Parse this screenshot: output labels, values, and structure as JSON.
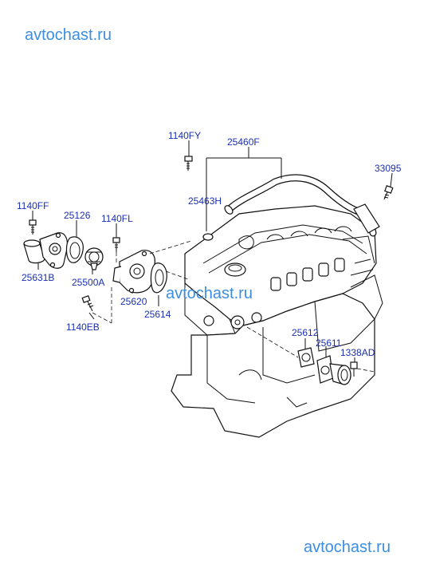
{
  "watermarks": {
    "top": "avtochast.ru",
    "middle": "avtochast.ru",
    "bottom": "avtochast.ru"
  },
  "part_labels": {
    "p1140FY": "1140FY",
    "p25460F": "25460F",
    "p33095": "33095",
    "p25463H": "25463H",
    "p1140FF": "1140FF",
    "p25126": "25126",
    "p1140FL": "1140FL",
    "p25631B": "25631B",
    "p25500A": "25500A",
    "p25620": "25620",
    "p25614": "25614",
    "p1140EB": "1140EB",
    "p25612": "25612",
    "p25611": "25611",
    "p1338AD": "1338AD"
  },
  "colors": {
    "label_text": "#1a2fb0",
    "watermark_text": "#3b8ee0",
    "line_art": "#111111"
  }
}
